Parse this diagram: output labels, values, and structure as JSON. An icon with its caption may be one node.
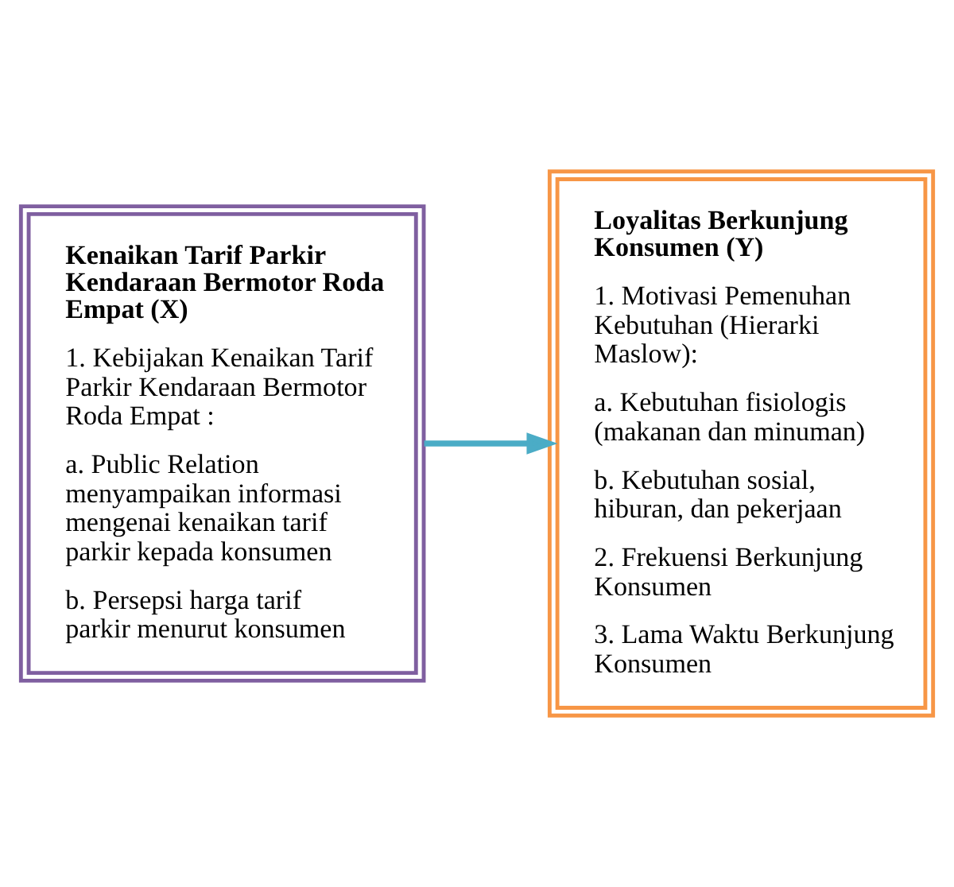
{
  "diagram": {
    "nodes": [
      {
        "text": [
          "Kenaikan Tarif Parkir Kendaraan Bermotor Roda Empat (X)",
          "1. Kebijakan Kenaikan Tarif Parkir Kendaraan Bermotor Roda Empat :",
          "a. Public Relation menyampaikan informasi mengenai kenaikan tarif parkir kepada konsumen",
          "b. Persepsi harga tarif parkir menurut konsumen"
        ]
      },
      {
        "text": [
          "Loyalitas Berkunjung Konsumen (Y)",
          "1. Motivasi Pemenuhan Kebutuhan (Hierarki Maslow):",
          "a. Kebutuhan fisiologis (makanan dan minuman)",
          "b. Kebutuhan sosial, hiburan, dan pekerjaan",
          "2. Frekuensi Berkunjung Konsumen",
          "3. Lama Waktu Berkunjung Konsumen"
        ]
      }
    ],
    "edges": [
      {
        "from": 0,
        "to": 1,
        "arrow": "to",
        "color": "#4bacc6"
      }
    ]
  }
}
